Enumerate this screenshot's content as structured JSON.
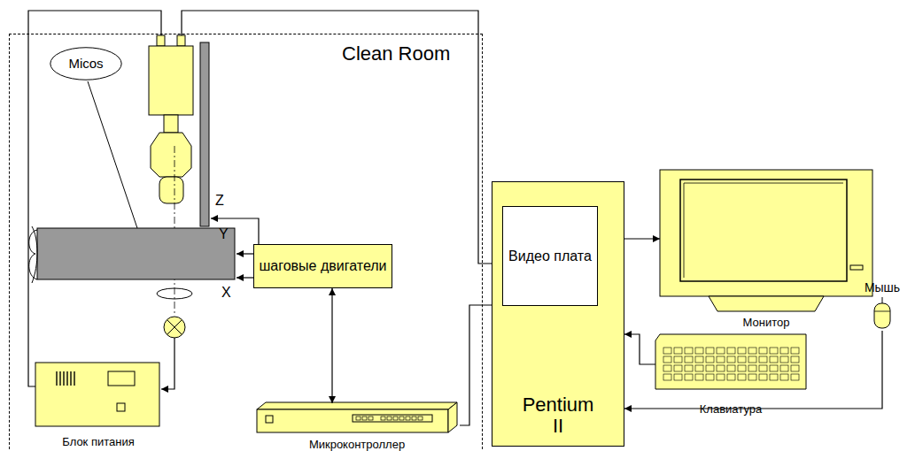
{
  "diagram": {
    "nodes": [
      {
        "text": [
          "Clean Room"
        ]
      },
      {
        "text": [
          "Micos"
        ],
        "in": 0
      },
      {
        "text": [
          "шаговые двигатели"
        ],
        "in": 0
      },
      {
        "text": [
          "Блок питания"
        ],
        "in": 0
      },
      {
        "text": [
          "Микроконтроллер"
        ],
        "in": 0
      },
      {
        "text": [
          "Pentium II"
        ]
      },
      {
        "text": [
          "Видео плата"
        ],
        "in": 5
      },
      {
        "text": [
          "Монитор"
        ]
      },
      {
        "text": [
          "Клавиатура"
        ]
      },
      {
        "text": [
          "Мышь"
        ]
      }
    ],
    "edges": [
      {
        "from": 2,
        "to": 4,
        "arrow": "both"
      },
      {
        "from": 4,
        "to": 5,
        "arrow": "none"
      },
      {
        "from": 6,
        "to": 7,
        "arrow": "to"
      },
      {
        "from": 8,
        "to": 5,
        "arrow": "to"
      },
      {
        "from": 9,
        "to": 5,
        "arrow": "to"
      }
    ],
    "labels": [
      "Z",
      "Y",
      "X"
    ]
  }
}
